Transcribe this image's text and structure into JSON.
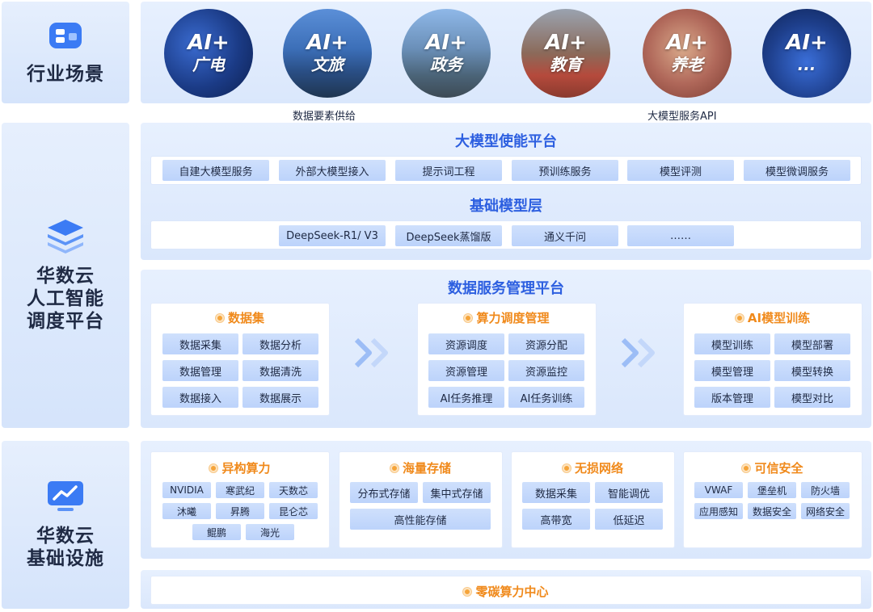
{
  "industry": {
    "label": "行业场景",
    "scenes": [
      {
        "ai": "AI+",
        "label": "广电"
      },
      {
        "ai": "AI+",
        "label": "文旅"
      },
      {
        "ai": "AI+",
        "label": "政务"
      },
      {
        "ai": "AI+",
        "label": "教育"
      },
      {
        "ai": "AI+",
        "label": "养老"
      },
      {
        "ai": "AI+",
        "label": "..."
      }
    ],
    "captions": {
      "left": "数据要素供给",
      "right": "大模型服务API"
    }
  },
  "platform": {
    "label_lines": [
      "华数云",
      "人工智能",
      "调度平台"
    ],
    "enablement": {
      "title": "大模型使能平台",
      "items": [
        "自建大模型服务",
        "外部大模型接入",
        "提示词工程",
        "预训练服务",
        "模型评测",
        "模型微调服务"
      ]
    },
    "foundation": {
      "title": "基础模型层",
      "items": [
        "DeepSeek-R1/ V3",
        "DeepSeek蒸馏版",
        "通义千问",
        "……"
      ]
    },
    "data_service": {
      "title": "数据服务管理平台",
      "groups": [
        {
          "title": "数据集",
          "items": [
            "数据采集",
            "数据分析",
            "数据管理",
            "数据清洗",
            "数据接入",
            "数据展示"
          ]
        },
        {
          "title": "算力调度管理",
          "items": [
            "资源调度",
            "资源分配",
            "资源管理",
            "资源监控",
            "AI任务推理",
            "AI任务训练"
          ]
        },
        {
          "title": "AI模型训练",
          "items": [
            "模型训练",
            "模型部署",
            "模型管理",
            "模型转换",
            "版本管理",
            "模型对比"
          ]
        }
      ]
    }
  },
  "infrastructure": {
    "label_lines": [
      "华数云",
      "基础设施"
    ],
    "compute": {
      "title": "异构算力",
      "items": [
        "NVIDIA",
        "寒武纪",
        "天数芯",
        "沐曦",
        "昇腾",
        "昆仑芯",
        "鲲鹏",
        "海光"
      ]
    },
    "storage": {
      "title": "海量存储",
      "items": [
        "分布式存储",
        "集中式存储",
        "高性能存储"
      ]
    },
    "network": {
      "title": "无损网络",
      "items": [
        "数据采集",
        "智能调优",
        "高带宽",
        "低延迟"
      ]
    },
    "security": {
      "title": "可信安全",
      "items": [
        "VWAF",
        "堡垒机",
        "防火墙",
        "应用感知",
        "数据安全",
        "网络安全"
      ]
    },
    "datacenter": {
      "title": "零碳算力中心"
    }
  },
  "colors": {
    "title_blue": "#2d5fe0",
    "accent_orange": "#f08a1c",
    "pill_blue": "#c6d9fb"
  }
}
